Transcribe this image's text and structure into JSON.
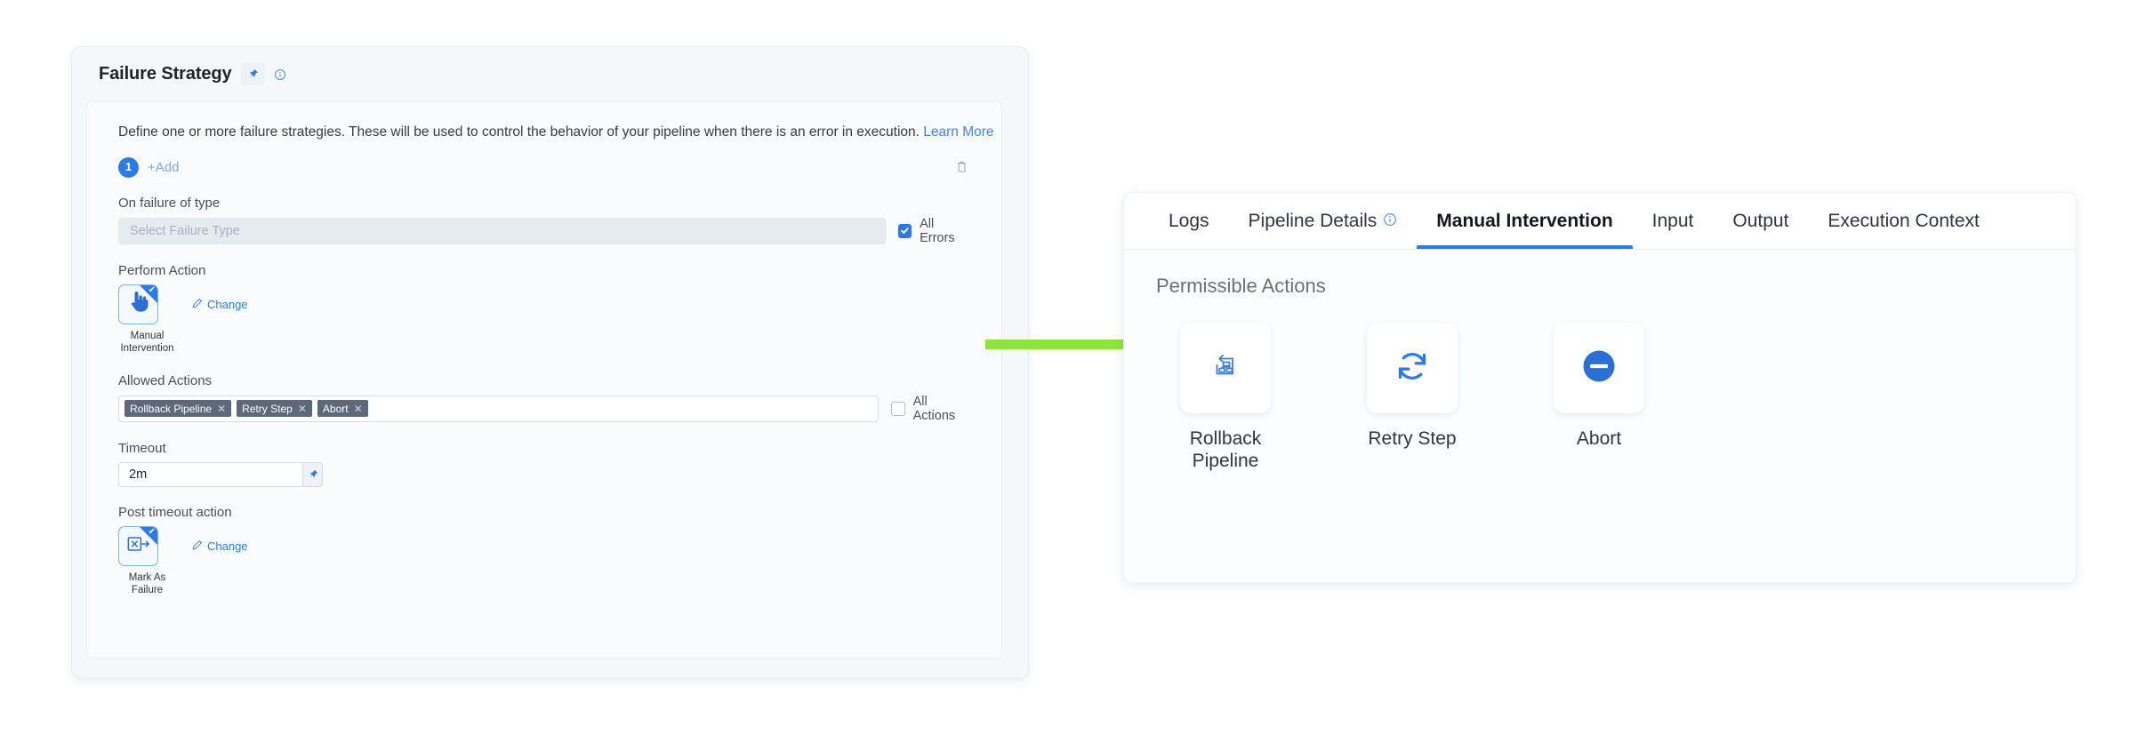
{
  "left_panel": {
    "title": "Failure Strategy",
    "pin_icon": "pin-icon",
    "info_icon": "info-circle-icon",
    "description": "Define one or more failure strategies. These will be used to control the behavior of your pipeline when there is an error in execution.",
    "learn_more_label": "Learn More",
    "strategy_index": "1",
    "add_label": "+Add",
    "delete_icon": "trash-icon",
    "on_failure": {
      "label": "On failure of type",
      "placeholder": "Select Failure Type",
      "value": "",
      "checkbox_label": "All Errors",
      "checkbox_checked": true
    },
    "perform_action": {
      "label": "Perform Action",
      "tile_name": "Manual Intervention",
      "tile_icon": "pointing-hand-icon",
      "selected": true,
      "change_label": "Change",
      "change_icon": "pencil-icon"
    },
    "allowed_actions": {
      "label": "Allowed Actions",
      "tags": [
        "Rollback Pipeline",
        "Retry Step",
        "Abort"
      ],
      "remove_icon": "close-x-icon",
      "checkbox_label": "All Actions",
      "checkbox_checked": false
    },
    "timeout": {
      "label": "Timeout",
      "value": "2m",
      "pin_icon": "pin-icon"
    },
    "post_timeout_action": {
      "label": "Post timeout action",
      "tile_name": "Mark As Failure",
      "tile_icon": "mark-as-failure-icon",
      "selected": true,
      "change_label": "Change",
      "change_icon": "pencil-icon"
    }
  },
  "connector": {
    "icon": "right-arrow-icon",
    "color": "#8ee33f"
  },
  "right_panel": {
    "tabs": [
      {
        "label": "Logs",
        "active": false,
        "info_icon": false
      },
      {
        "label": "Pipeline Details",
        "active": false,
        "info_icon": true
      },
      {
        "label": "Manual Intervention",
        "active": true,
        "info_icon": false
      },
      {
        "label": "Input",
        "active": false,
        "info_icon": false
      },
      {
        "label": "Output",
        "active": false,
        "info_icon": false
      },
      {
        "label": "Execution Context",
        "active": false,
        "info_icon": false
      }
    ],
    "heading": "Permissible Actions",
    "actions": [
      {
        "label": "Rollback Pipeline",
        "icon": "rollback-pipeline-icon"
      },
      {
        "label": "Retry Step",
        "icon": "retry-refresh-icon"
      },
      {
        "label": "Abort",
        "icon": "abort-minus-circle-icon"
      }
    ],
    "accent_color": "#2c7be5"
  }
}
